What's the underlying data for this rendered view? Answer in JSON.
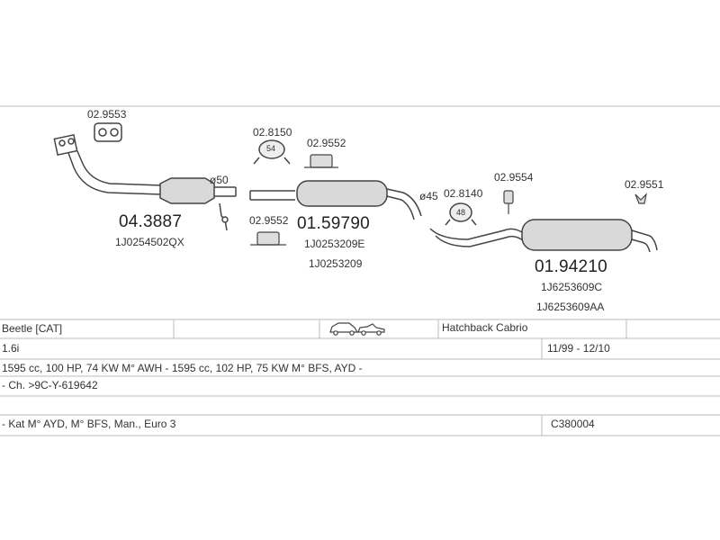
{
  "diagram": {
    "gasket_top_left": "02.9553",
    "flange_diameter": "ø50",
    "catalyst_part": "04.3887",
    "catalyst_oem": "1J0254502QX",
    "ring_top_part": "02.8150",
    "ring_top_value": "54",
    "hanger_top_part": "02.9552",
    "hanger_mid_part": "02.9552",
    "middle_part": "01.59790",
    "middle_oem_1": "1J0253209E",
    "middle_oem_2": "1J0253209",
    "pipe_diameter": "ø45",
    "ring_rear_part": "02.8140",
    "ring_rear_value": "48",
    "rubber_rear_part": "02.9554",
    "hanger_end_part": "02.9551",
    "rear_part": "01.94210",
    "rear_oem_1": "1J6253609C",
    "rear_oem_2": "1J6253609AA"
  },
  "table": {
    "model": "Beetle  [CAT]",
    "body_type": "Hatchback Cabrio",
    "engine": "1.6i",
    "years": "11/99 - 12/10",
    "spec_line": "1595 cc, 100 HP, 74 KW M° AWH - 1595 cc, 102 HP, 75 KW M° BFS, AYD -",
    "chassis_line": "- Ch. >9C-Y-619642",
    "notes_line": "- Kat M° AYD, M° BFS, Man., Euro 3",
    "code": "C380004"
  },
  "icons": {
    "car_icons": [
      "hatchback-car-icon",
      "cabrio-car-icon"
    ]
  },
  "colors": {
    "line": "#999999",
    "part": "#444444"
  }
}
